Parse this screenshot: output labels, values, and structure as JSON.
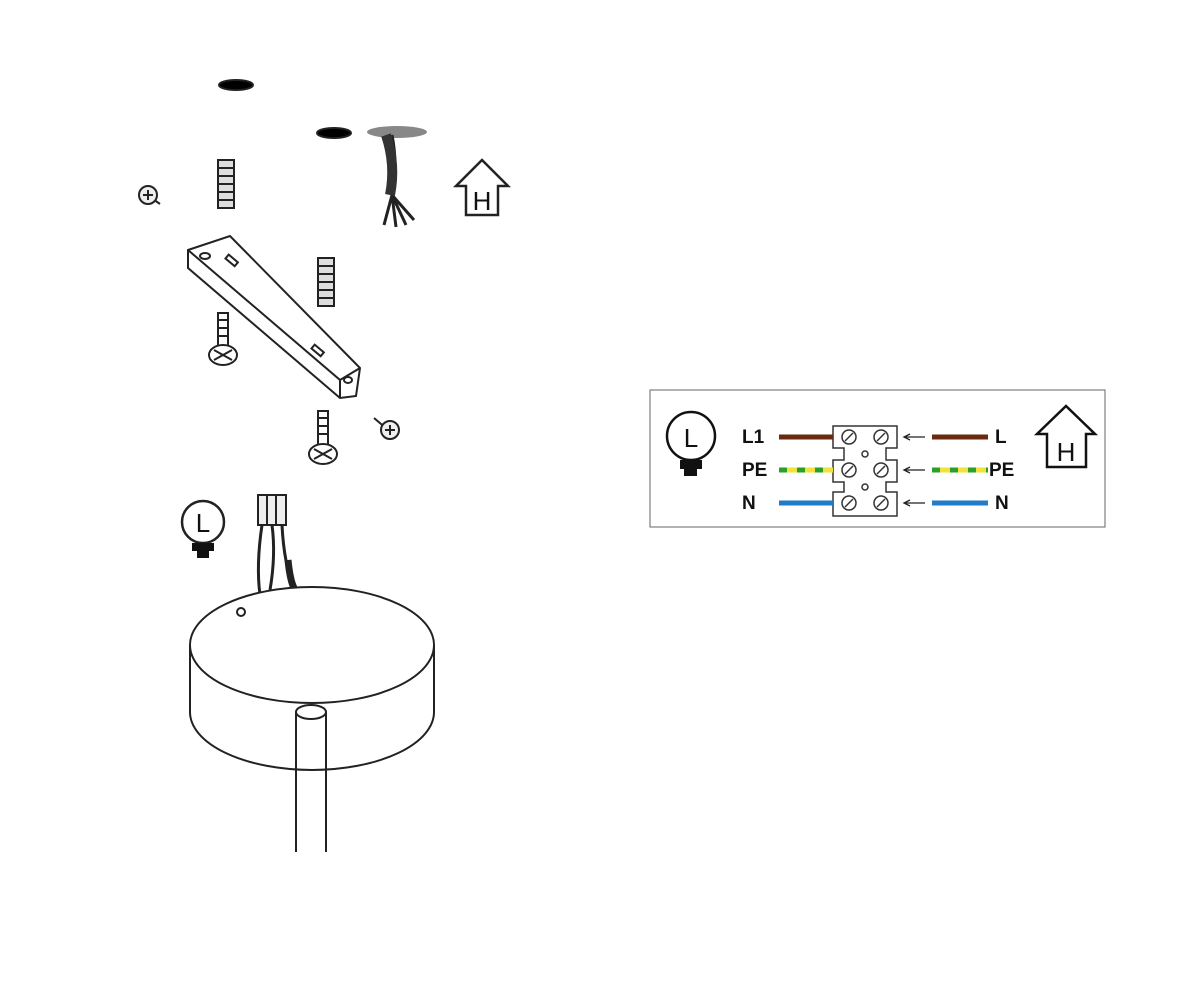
{
  "assembly": {
    "lamp_symbol": "L",
    "house_symbol": "H"
  },
  "wiring": {
    "lamp_symbol": "L",
    "house_symbol": "H",
    "rows": [
      {
        "lamp_label": "L1",
        "house_label": "L",
        "color": "#6b2a10",
        "stripe": null
      },
      {
        "lamp_label": "PE",
        "house_label": "PE",
        "color": "#f2e33a",
        "stripe": "#2aa02a"
      },
      {
        "lamp_label": "N",
        "house_label": "N",
        "color": "#1e7cc8",
        "stripe": null
      }
    ]
  }
}
